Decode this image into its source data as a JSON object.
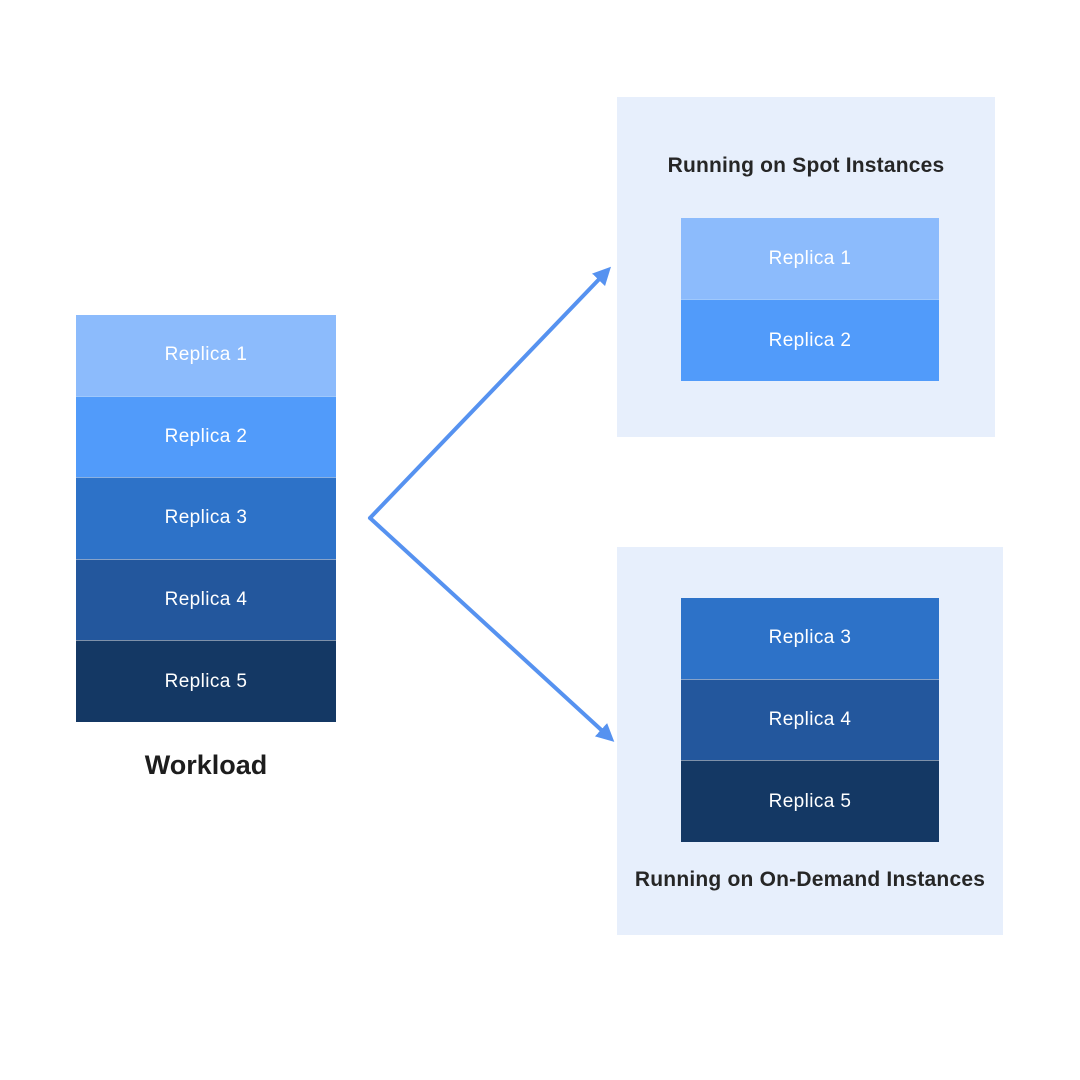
{
  "diagram": {
    "workload": {
      "label": "Workload",
      "replicas": [
        {
          "label": "Replica 1",
          "color": "#8cbbfc"
        },
        {
          "label": "Replica 2",
          "color": "#519bfa"
        },
        {
          "label": "Replica 3",
          "color": "#2d72c8"
        },
        {
          "label": "Replica 4",
          "color": "#23579d"
        },
        {
          "label": "Replica 5",
          "color": "#143864"
        }
      ]
    },
    "spot_panel": {
      "title": "Running on Spot Instances",
      "replica_labels": [
        "Replica 1",
        "Replica 2"
      ]
    },
    "ondemand_panel": {
      "title": "Running on On-Demand Instances",
      "replica_labels": [
        "Replica 3",
        "Replica 4",
        "Replica 5"
      ]
    },
    "colors": {
      "canvas_bg": "#ffffff",
      "panel_bg": "#e7effc",
      "arrow": "#5692f0",
      "replica_text": "#ffffff",
      "title_text": "#262626"
    }
  }
}
